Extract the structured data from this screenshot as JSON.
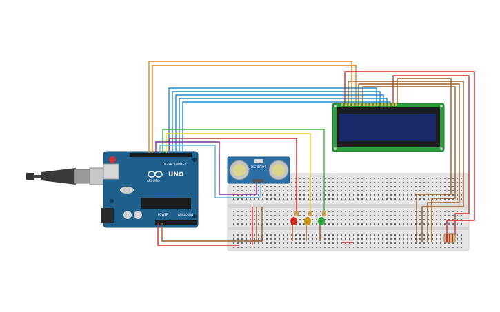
{
  "arduino": {
    "brand": "UNO",
    "model": "ARDUINO",
    "header_digital": "DIGITAL (PWM~)",
    "header_power": "POWER",
    "header_analog": "ANALOG IN"
  },
  "sensor": {
    "label": "HC-SR04"
  },
  "colors": {
    "arduino_board": "#1f5f8b",
    "breadboard": "#e6e6e6",
    "lcd_pcb": "#2e9b3e",
    "lcd_screen": "#1b2a6b",
    "sensor_pcb": "#2a6fa8",
    "wire_orange": "#e8820c",
    "wire_blue": "#1f8ad0",
    "wire_green": "#36b53a",
    "wire_yellow": "#e8d215",
    "wire_purple": "#7a2fa0",
    "wire_red": "#d6262a",
    "wire_brown": "#9b5b1f",
    "wire_cyan": "#5ab3d6",
    "led_red": "#d12b1f",
    "led_yellow": "#c89412",
    "led_green": "#27a43a"
  }
}
